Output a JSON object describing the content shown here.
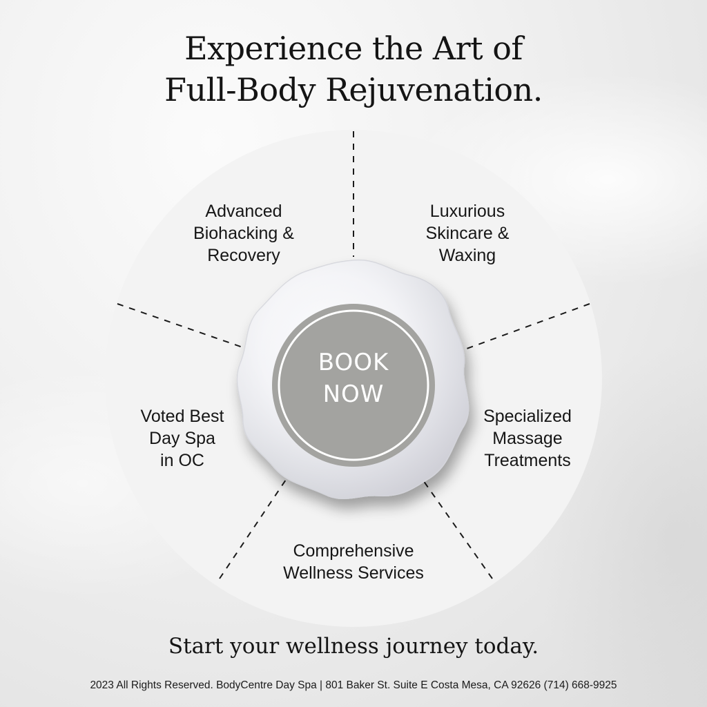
{
  "headline": {
    "line1": "Experience the Art of",
    "line2": "Full-Body Rejuvenation."
  },
  "services": {
    "top_left": [
      "Advanced",
      "Biohacking &",
      "Recovery"
    ],
    "top_right": [
      "Luxurious",
      "Skincare &",
      "Waxing"
    ],
    "left": [
      "Voted Best",
      "Day Spa",
      "in OC"
    ],
    "right": [
      "Specialized",
      "Massage",
      "Treatments"
    ],
    "bottom": [
      "Comprehensive",
      "Wellness Services"
    ]
  },
  "cta": {
    "line1": "BOOK",
    "line2": "NOW"
  },
  "tagline": "Start your wellness journey today.",
  "footer": "2023 All Rights Reserved. BodyCentre Day Spa | 801 Baker St. Suite E Costa Mesa, CA 92626 (714) 668-9925",
  "colors": {
    "seal_inner": "#a3a3a0",
    "seal_ring": "#ffffff",
    "wheel_fill": "#f3f3f3",
    "text": "#141414"
  }
}
